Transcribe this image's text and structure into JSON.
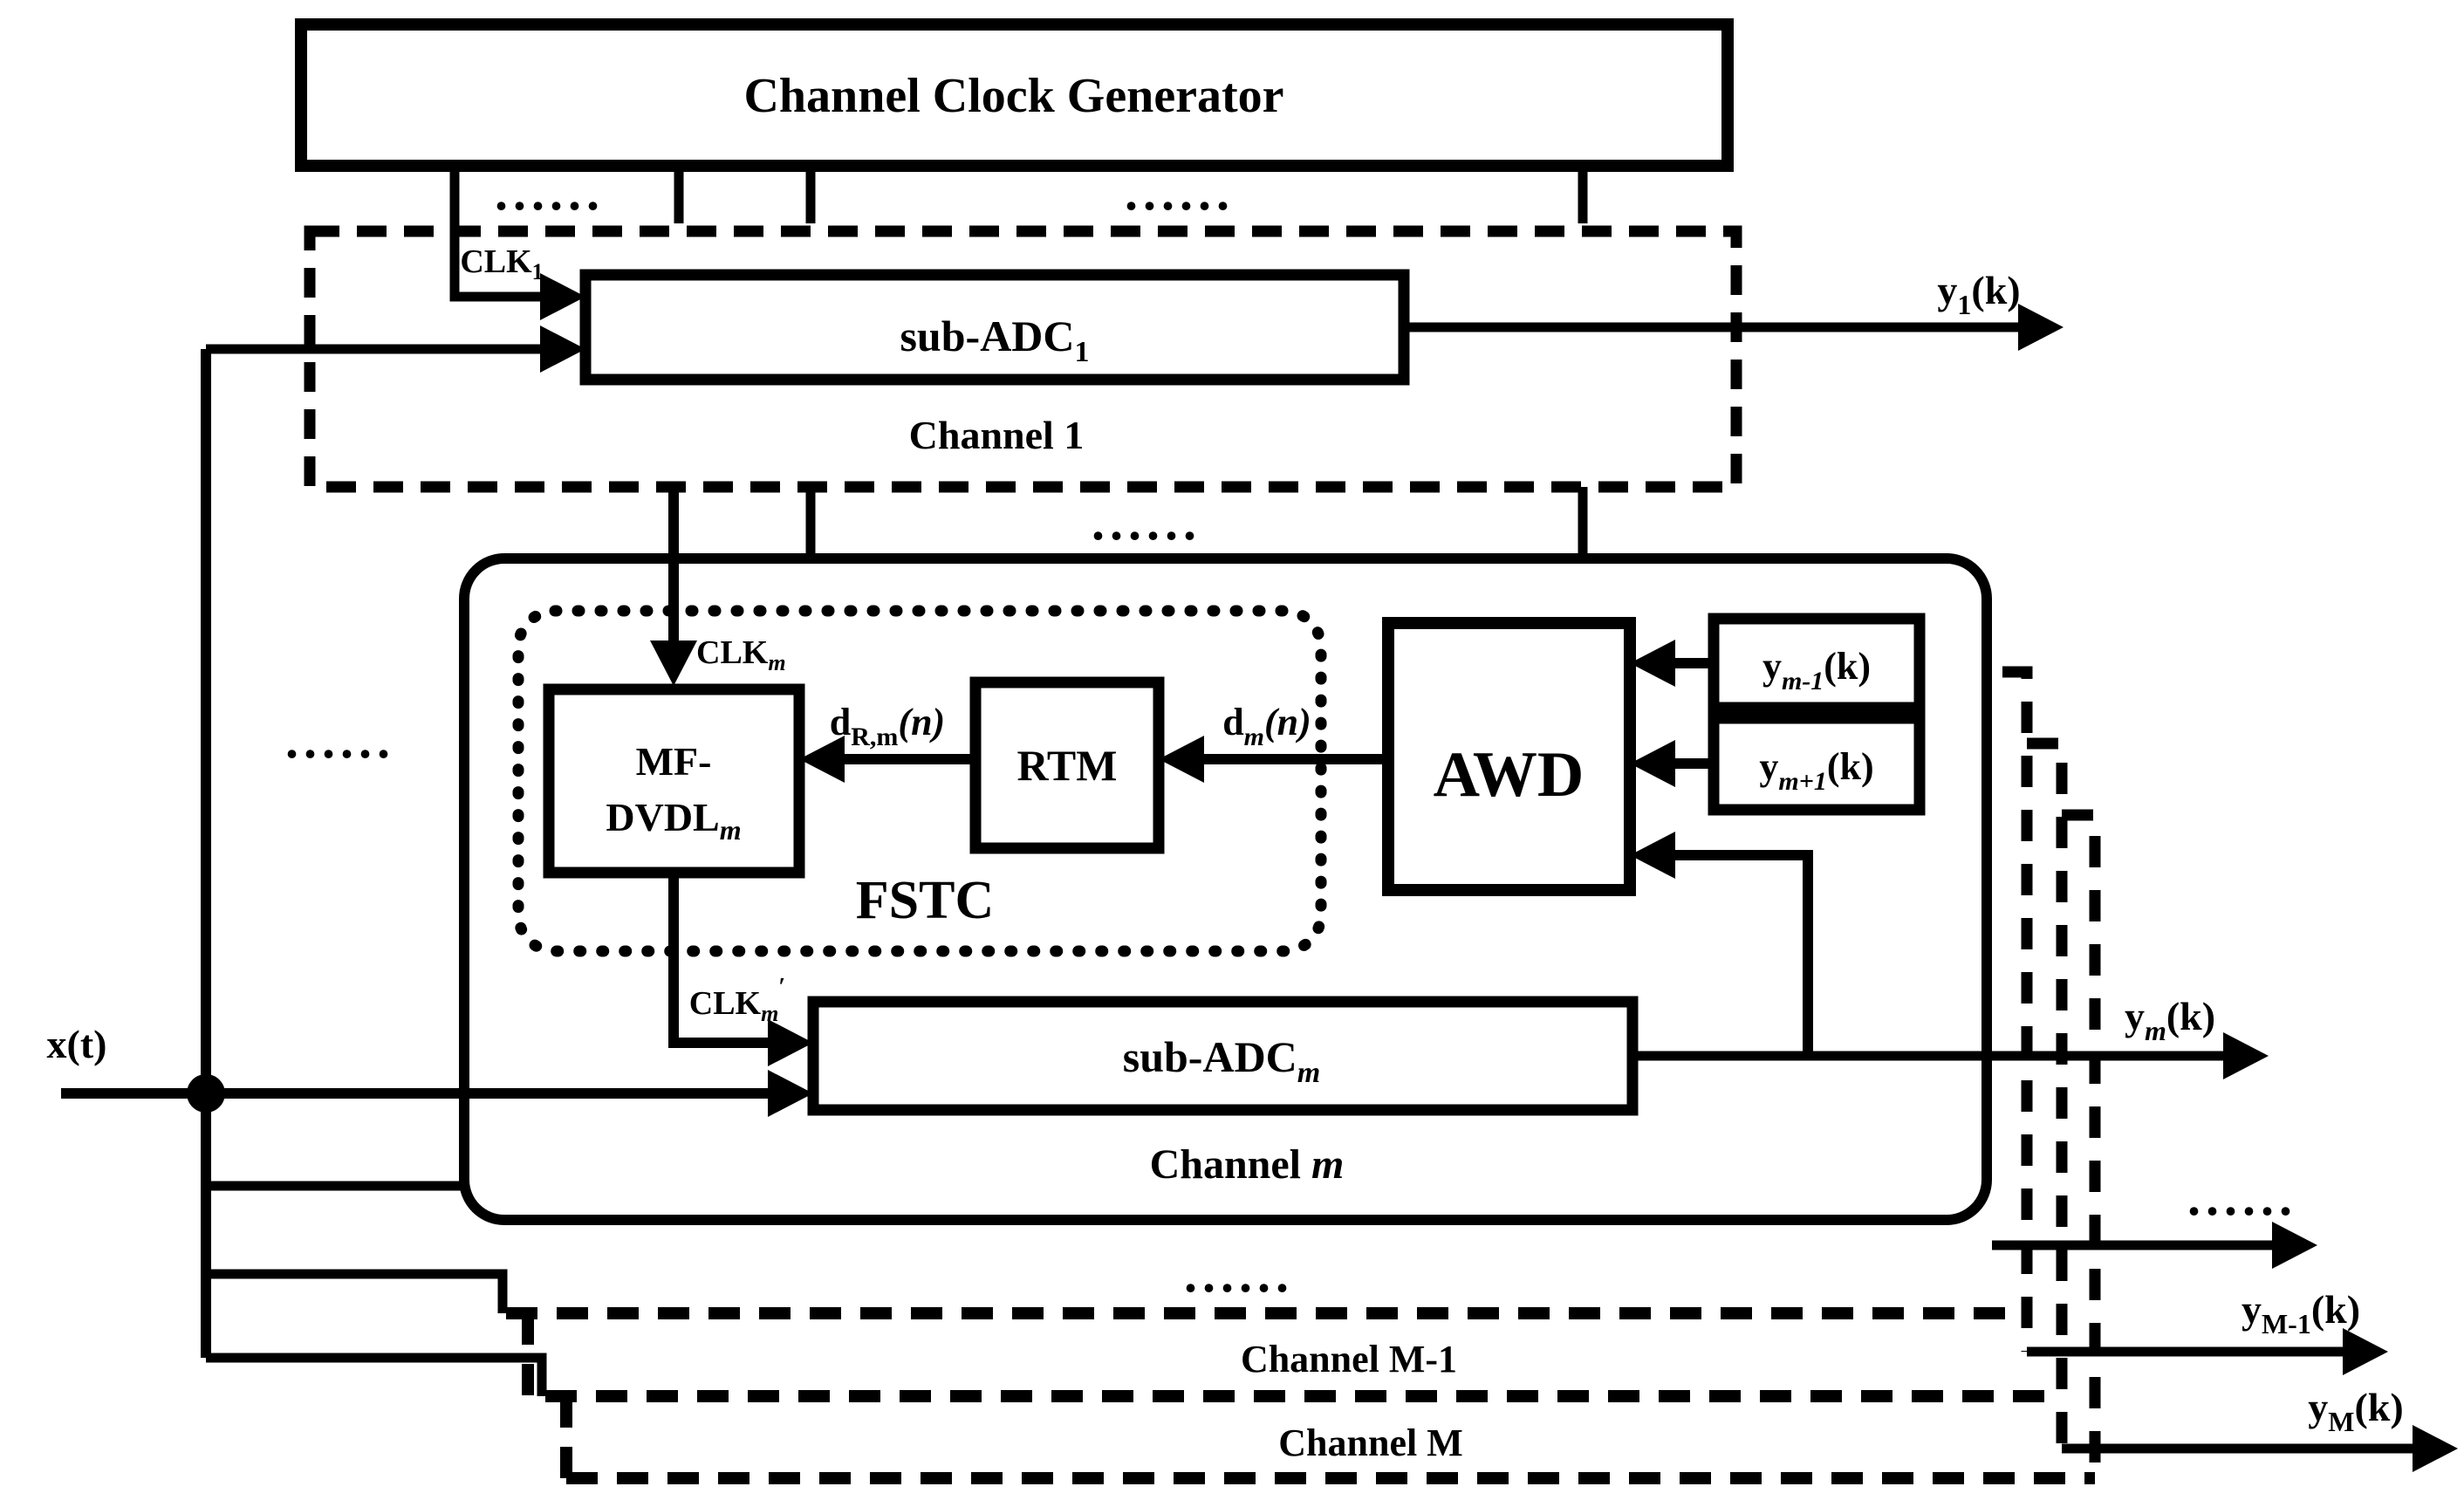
{
  "page": {
    "background": "#ffffff",
    "ink": "#000000"
  },
  "labels": {
    "clock_generator": "Channel Clock Generator",
    "dots": "......",
    "xt": "x(t)",
    "channel1": {
      "title": "Channel 1",
      "clk_base": "CLK",
      "clk_sub": "1",
      "adc_base": "sub-ADC",
      "adc_sub": "1",
      "out_base": "y",
      "out_sub": "1",
      "out_tail": "(k)"
    },
    "channel_m": {
      "title_base": "Channel ",
      "title_var": "m",
      "clk_base": "CLK",
      "clk_sub": "m",
      "clk2_base": "CLK",
      "clk2_sub": "m",
      "clk2_prime": "′",
      "fstc": "FSTC",
      "mf_line1": "MF-",
      "mf_line2": "DVDL",
      "mf_sub": "m",
      "rtm": "RTM",
      "awd": "AWD",
      "drm_base": "d",
      "drm_sub": "R,m",
      "drm_tail": "(n)",
      "dm_base": "d",
      "dm_sub": "m",
      "dm_tail": "(n)",
      "ym_prev_base": "y",
      "ym_prev_sub": "m-1",
      "ym_prev_tail": "(k)",
      "ym_next_base": "y",
      "ym_next_sub": "m+1",
      "ym_next_tail": "(k)",
      "adc_base": "sub-ADC",
      "adc_sub": "m",
      "out_base": "y",
      "out_sub": "m",
      "out_tail": "(k)"
    },
    "channel_m1": {
      "title": "Channel M-1",
      "out_base": "y",
      "out_sub": "M-1",
      "out_tail": "(k)"
    },
    "channel_M": {
      "title": "Channel M",
      "out_base": "y",
      "out_sub": "M",
      "out_tail": "(k)"
    }
  }
}
